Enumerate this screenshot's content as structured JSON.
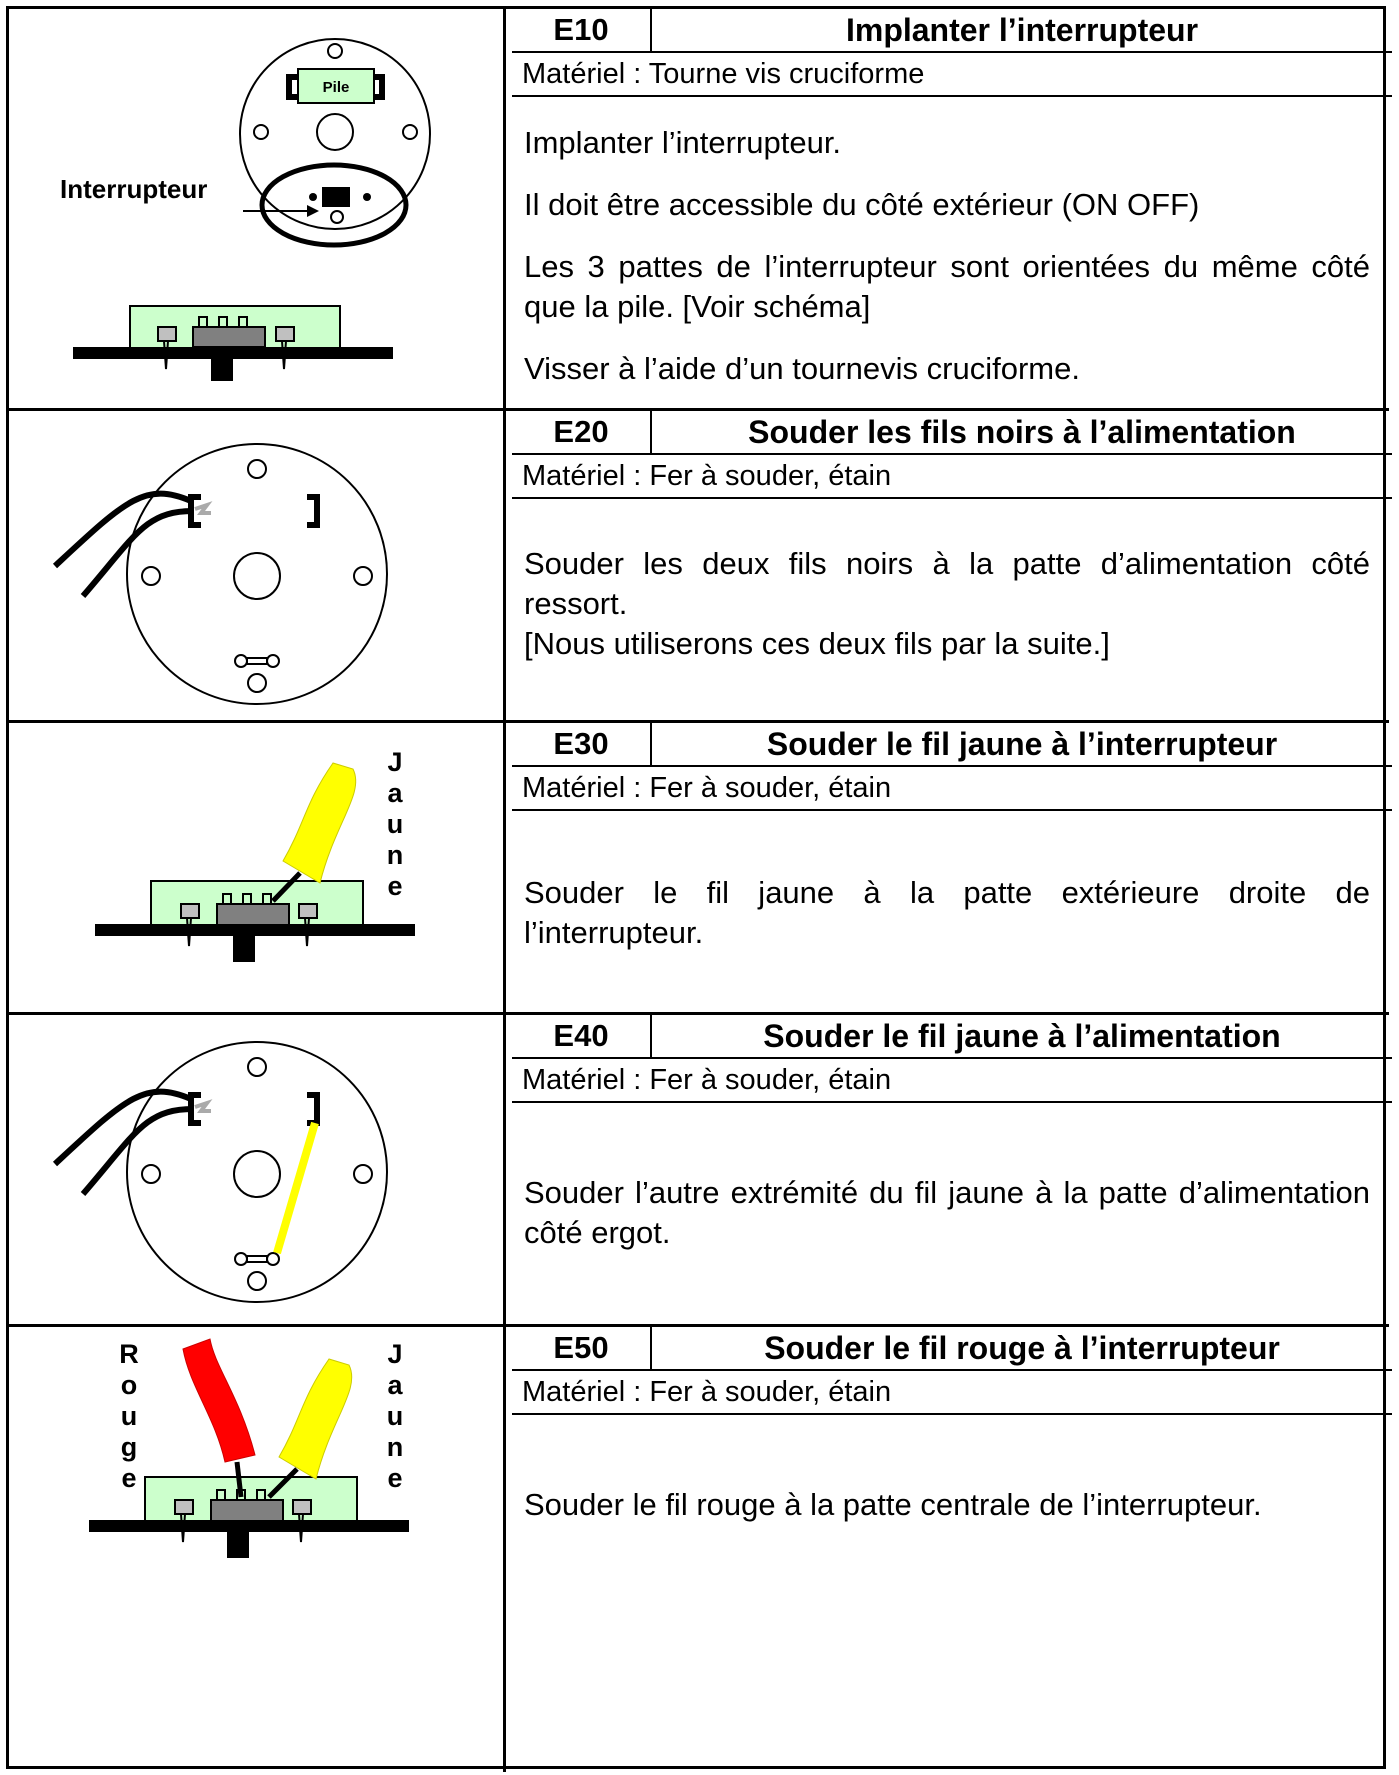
{
  "colors": {
    "board_green": "#ccffcc",
    "wire_yellow": "#ffff00",
    "wire_red": "#ff0000",
    "switch_grey": "#808080",
    "tab_grey": "#c0c0c0"
  },
  "steps": [
    {
      "id": "E10",
      "title": "Implanter l’interrupteur",
      "materiel": "Matériel : Tourne vis cruciforme",
      "paragraphs": [
        "Implanter l’interrupteur.",
        "Il doit être accessible du côté extérieur (ON OFF)",
        "Les 3 pattes de l’interrupteur sont orientées du même côté que la pile. [Voir schéma]",
        "Visser à l’aide d’un tournevis cruciforme."
      ],
      "labels": {
        "pile": "Pile",
        "interrupteur": "Interrupteur"
      }
    },
    {
      "id": "E20",
      "title": "Souder les fils noirs à l’alimentation",
      "materiel": "Matériel : Fer à souder, étain",
      "paragraphs": [
        "Souder les deux fils noirs à la patte d’alimentation côté ressort.",
        "[Nous utiliserons ces deux fils par la suite.]"
      ]
    },
    {
      "id": "E30",
      "title": "Souder le fil jaune à l’interrupteur",
      "materiel": "Matériel : Fer à souder, étain",
      "paragraphs": [
        "Souder le fil jaune à la patte extérieure droite de l’interrupteur."
      ],
      "labels": {
        "jaune_letters": [
          "J",
          "a",
          "u",
          "n",
          "e"
        ]
      }
    },
    {
      "id": "E40",
      "title": "Souder le fil jaune à l’alimentation",
      "materiel": "Matériel : Fer à souder, étain",
      "paragraphs": [
        "Souder l’autre extrémité du fil jaune à la patte d’alimentation côté ergot."
      ]
    },
    {
      "id": "E50",
      "title": "Souder le fil rouge à l’interrupteur",
      "materiel": "Matériel : Fer à souder, étain",
      "paragraphs": [
        "Souder le fil rouge à la patte centrale de l’interrupteur."
      ],
      "labels": {
        "rouge_letters": [
          "R",
          "o",
          "u",
          "g",
          "e"
        ],
        "jaune_letters": [
          "J",
          "a",
          "u",
          "n",
          "e"
        ]
      }
    }
  ]
}
